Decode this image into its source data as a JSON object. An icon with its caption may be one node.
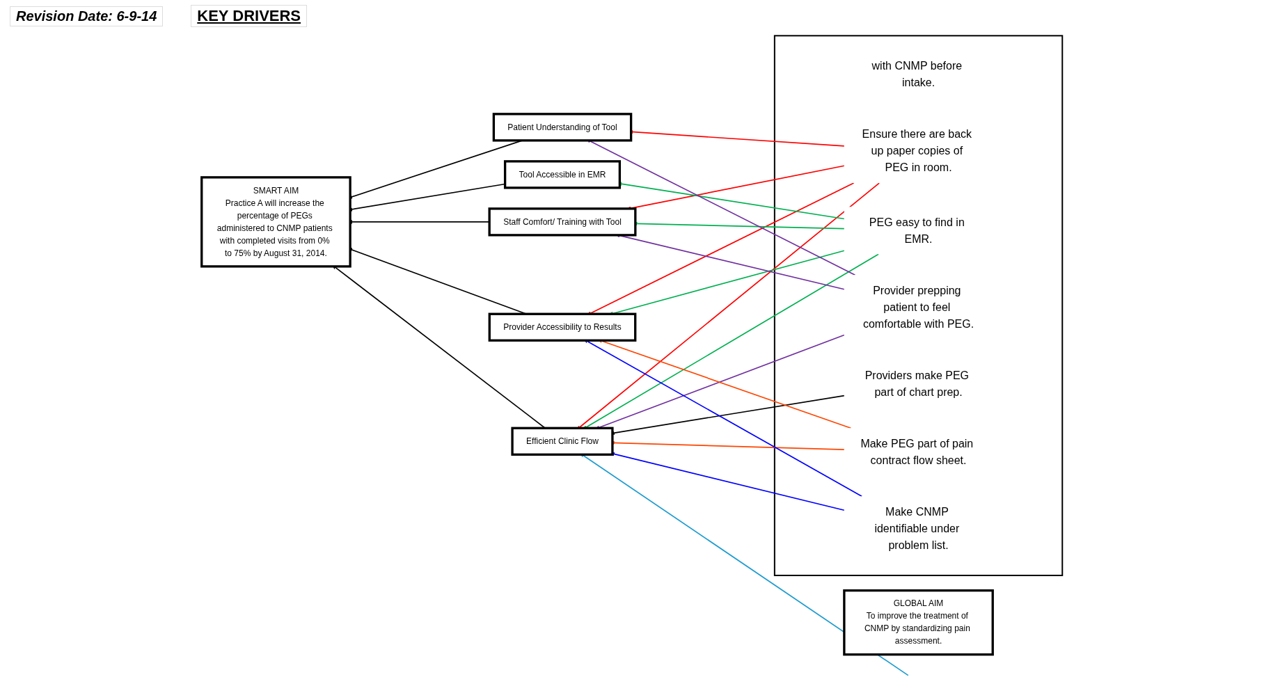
{
  "diagram": {
    "nodes": [
      {
        "text": [
          "SMART AIM",
          "Practice A will increase the percentage of PEGs administered to CNMP patients with completed visits from 0% to 75% by August 31, 2014."
        ]
      },
      {
        "text": [
          "GLOBAL AIM",
          "To improve the treatment of CNMP by standardizing pain assessment."
        ]
      },
      {
        "text": [
          "Efficient Clinic Flow"
        ]
      },
      {
        "text": [
          "Staff Comfort/ Training with Tool"
        ]
      },
      {
        "text": [
          "Tool Accessible in EMR"
        ]
      },
      {
        "text": [
          "Patient Understanding of Tool"
        ]
      },
      {
        "text": [
          "Provider Accessibility to Results"
        ]
      },
      {
        "text": [],
        "shape": "box"
      },
      {
        "text": [
          "with CNMP before intake."
        ],
        "in": 7
      },
      {
        "text": [
          "Ensure there are back up paper copies of PEG in room."
        ],
        "in": 7
      },
      {
        "text": [
          "PEG easy to find in EMR."
        ],
        "in": 7
      },
      {
        "text": [
          "Provider prepping patient to feel comfortable with PEG."
        ],
        "in": 7
      },
      {
        "text": [
          "Providers make PEG part of chart prep."
        ],
        "in": 7
      },
      {
        "text": [
          "Make PEG part of pain contract flow sheet."
        ],
        "in": 7
      },
      {
        "text": [
          "Make CNMP identifiable under problem list."
        ],
        "in": 7
      }
    ],
    "edges": [
      {
        "from": 2,
        "to": 0,
        "arrow": "to"
      },
      {
        "from": 3,
        "to": 0,
        "arrow": "to"
      },
      {
        "from": 4,
        "to": 0,
        "arrow": "to"
      },
      {
        "from": 5,
        "to": 0,
        "arrow": "to"
      },
      {
        "from": 6,
        "to": 0,
        "arrow": "to"
      },
      {
        "from": null,
        "to": 2,
        "arrow": "to",
        "color": "#1e9cd0"
      },
      {
        "from": 9,
        "to": 2,
        "arrow": "to",
        "color": "#ff0000"
      },
      {
        "from": 9,
        "to": 3,
        "arrow": "to",
        "color": "#ff0000"
      },
      {
        "from": 9,
        "to": 5,
        "arrow": "to",
        "color": "#ff0000"
      },
      {
        "from": 9,
        "to": 6,
        "arrow": "to",
        "color": "#ff0000"
      },
      {
        "from": 10,
        "to": 2,
        "arrow": "to",
        "color": "#00b050"
      },
      {
        "from": 10,
        "to": 3,
        "arrow": "to",
        "color": "#00b050"
      },
      {
        "from": 10,
        "to": 4,
        "arrow": "to",
        "color": "#00b050"
      },
      {
        "from": 10,
        "to": 6,
        "arrow": "to",
        "color": "#00b050"
      },
      {
        "from": 11,
        "to": 2,
        "arrow": "to",
        "color": "#7030a0"
      },
      {
        "from": 11,
        "to": 3,
        "arrow": "to",
        "color": "#7030a0"
      },
      {
        "from": 11,
        "to": 5,
        "arrow": "to",
        "color": "#7030a0"
      },
      {
        "from": 12,
        "to": 2,
        "arrow": "to"
      },
      {
        "from": 13,
        "to": 2,
        "arrow": "to",
        "color": "#ff4500"
      },
      {
        "from": 13,
        "to": 6,
        "arrow": "to",
        "color": "#ff4500"
      },
      {
        "from": 14,
        "to": 2,
        "arrow": "to",
        "color": "#0000ff"
      },
      {
        "from": 14,
        "to": 6,
        "arrow": "to",
        "color": "#0000ff"
      }
    ],
    "labels": [
      "Revision Date: 6-9-14",
      "KEY DRIVERS"
    ]
  }
}
